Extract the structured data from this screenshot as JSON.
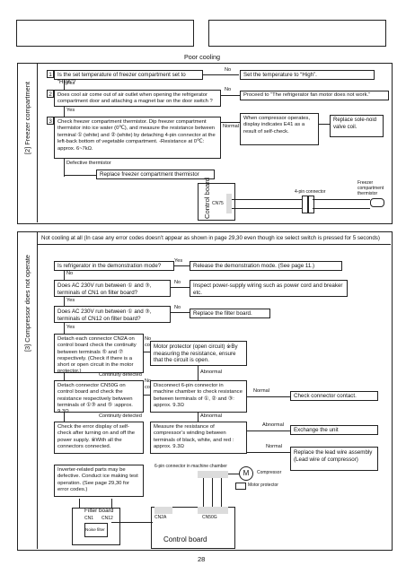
{
  "header": {
    "box1": "",
    "box2": ""
  },
  "sec2": {
    "side_label": "[2] Freezer compartment",
    "title": "Poor cooling",
    "q1": "Is the set temperature of freezer compartment set to “High”?",
    "q1_no_action": "Set the temperature to “High”.",
    "q2": "Does cool air come out of air outlet when opening the refrigerator compartment door and attaching a magnet bar on the door switch ?",
    "q2_no_action": "Proceed to “The refrigerator fan motor does not work.”",
    "q3": "Check freezer compartment thermistor. Dip freezer compartment thermistor into ice water (0℃), and measure the resistance between terminal ① (white) and ② (white) by detaching 4-pin connector at the left-back bottom of vegetable compartment. -Resistance at 0℃: approx. 6~7kΩ.",
    "q3_normal_action": "When compressor operates, display indicates E41 as a result of self-check.",
    "replace_valve": "Replace sole-noid valve coil.",
    "defective": "Defective thermistor",
    "replace_thermistor": "Replace freezer compartment thermistor",
    "yes": "Yes",
    "no": "No",
    "normal": "Normal",
    "control_board": "Control board",
    "cn75": "CN75",
    "connector_4pin": "4-pin connector",
    "freezer_thermistor": "Freezer compartment thermistor"
  },
  "sec3": {
    "side_label": "[3] Compressor does not operate",
    "title": "Not cooling at all (In case any error codes doesn’t appear as shown in page 29,30 even though ice select switch is pressed for 5 seconds)",
    "q1": "Is refrigerator in the demonstration mode?",
    "q1_yes_action": "Release the demonstration mode. (See page 11.)",
    "q2": "Does AC 230V run between ① and ③, terminals of CN1 on filter board?",
    "q2_no_action": "Inspect power-supply wiring such as power cord and breaker etc.",
    "q3": "Does AC 230V run between ① and ③, terminals of CN12 on filter board?",
    "q3_no_action": "Replace the filter board.",
    "q4": "Detach each connector CN2A on control board check the continuity between terminals ⑤ and ⑦ respectively. (Check if there is a short or open circuit in the motor protector.)",
    "no_continuity": "No continuity",
    "motor_protector": "Motor protector (open circuit) ※By measuring the resistance, ensure that the circuit is open.",
    "continuity_detected": "Continuity detected",
    "q5": "Detach connector CN50G on control board and check the resistance respectively between terminals of ①③ and ⑤ :approx. 9.3Ω",
    "abnormal": "Abnormal",
    "disconnect": "Disconnect 6-pin connector in machine chamber to check resistance between terminals of ①, ② and ③: approx. 9.3Ω",
    "check_connector": "Check connector contact.",
    "q6": "Check the error display of self-check after turning on and off the power supply. ※With all the connectors connected.",
    "measure": "Measure the resistance of compressor’s winding between terminals of black, white, and red : approx. 9.3Ω",
    "exchange": "Exchange the unit",
    "replace_lead": "Replace the lead wire assembly (Lead wire of compressor)",
    "inverter": "Inverter-related parts may be defective. Conduct ice making test operation. (See page 29,30 for error codes.)",
    "machine_chamber": "6-pin connector in machine chamber",
    "compressor": "Compressor",
    "motor_protector_lbl": "Motor protector",
    "m": "M",
    "filter_board": "Filter board",
    "cn1": "CN1",
    "cn12": "CN12",
    "noise_filter": "Noise filter",
    "cn2a": "CN2A",
    "cn50g": "CN50G",
    "control_board": "Control board",
    "yes": "Yes",
    "no": "No",
    "normal": "Normal"
  },
  "page_number": "28"
}
